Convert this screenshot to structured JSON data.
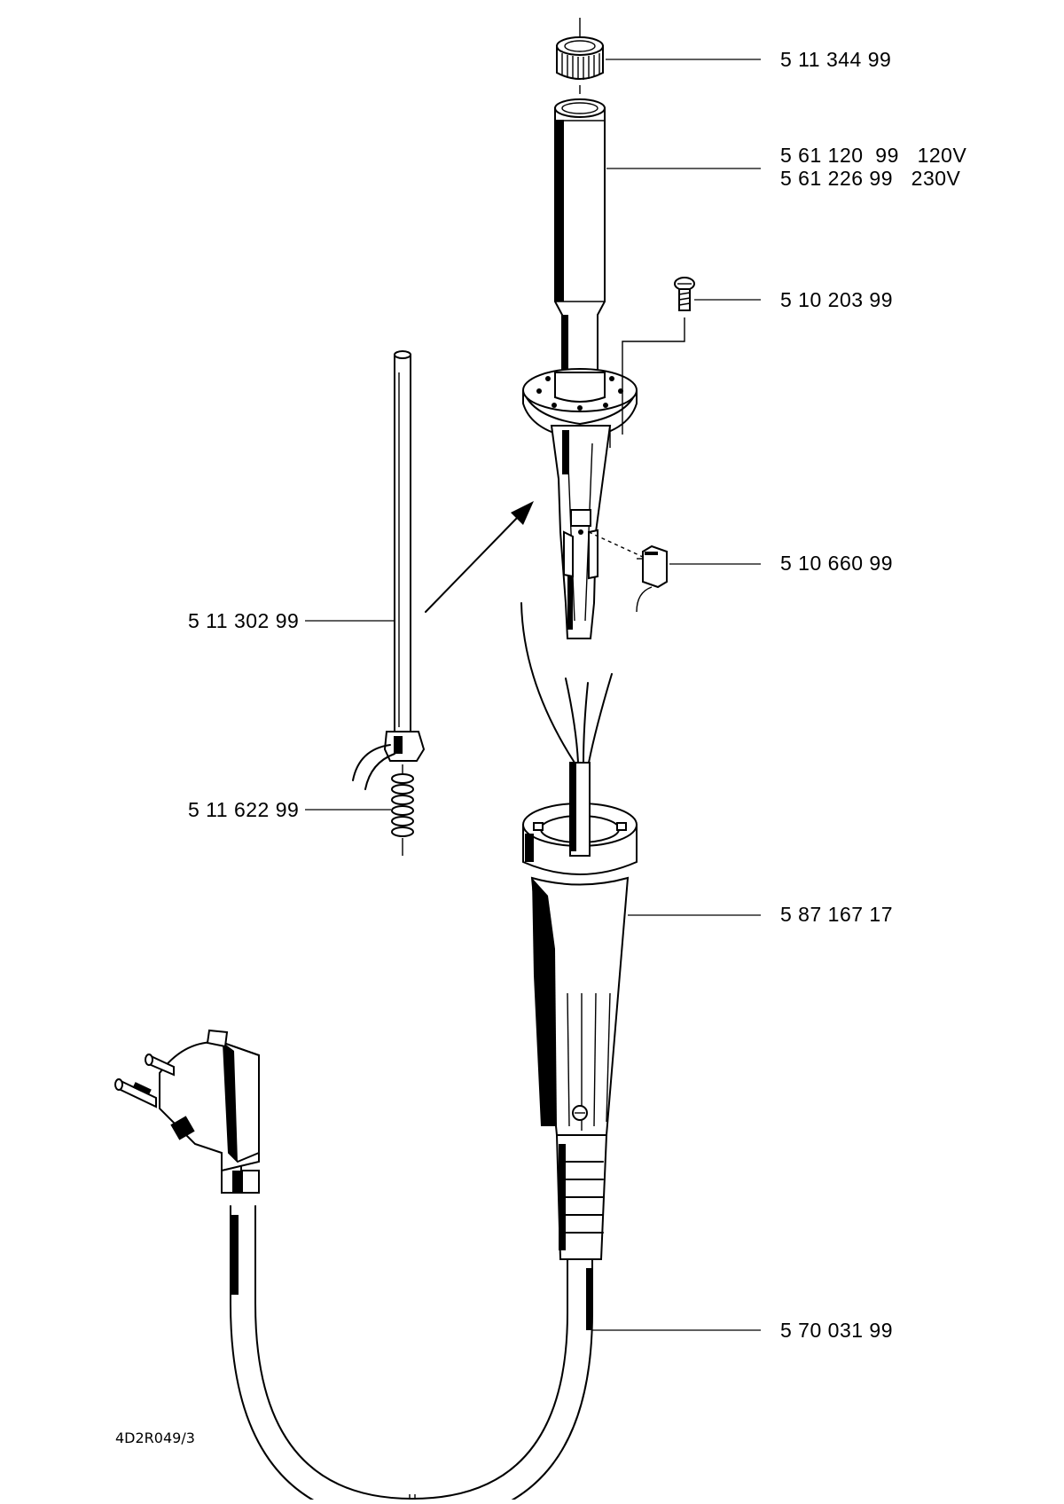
{
  "drawing_code": "4D2R049/3",
  "parts": [
    {
      "id": "nut",
      "number": "5 11 344 99"
    },
    {
      "id": "heating-tube",
      "number": "5 61 120  99   120V\n5 61 226 99   230V"
    },
    {
      "id": "screw",
      "number": "5 10 203 99"
    },
    {
      "id": "terminal-block",
      "number": "5 10 660 99"
    },
    {
      "id": "heating-element",
      "number": "5 11 302 99"
    },
    {
      "id": "spring",
      "number": "5 11 622 99"
    },
    {
      "id": "handle",
      "number": "5 87 167 17"
    },
    {
      "id": "power-cord",
      "number": "5 70 031 99"
    }
  ]
}
